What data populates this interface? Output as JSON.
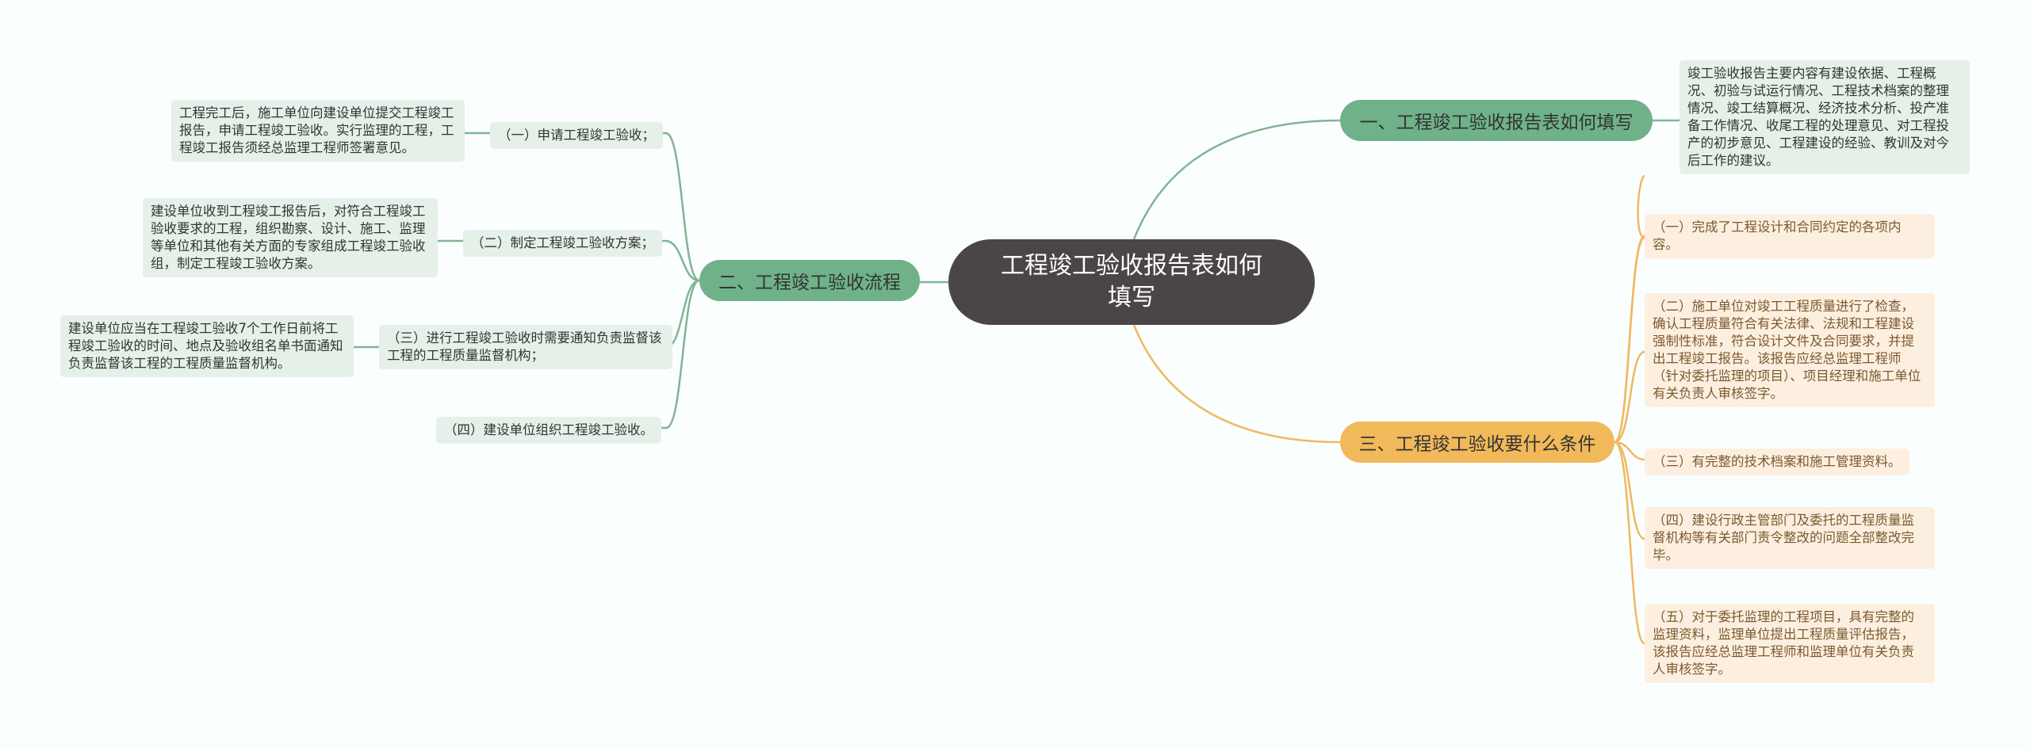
{
  "central_topic": "工程竣工验收报告表如何填写",
  "colors": {
    "central": "#4a4546",
    "branch_green": "#6fb28a",
    "branch_orange": "#f2b95a",
    "leaf_green_bg": "#e5f0e9",
    "leaf_orange_bg": "#fdefdf",
    "line_green": "#7fb596",
    "line_orange": "#f0b860"
  },
  "branches": [
    {
      "label": "一、工程竣工验收报告表如何填写",
      "children": [
        "竣工验收报告主要内容有建设依据、工程概况、初验与试运行情况、工程技术档案的整理情况、竣工结算概况、经济技术分析、投产准备工作情况、收尾工程的处理意见、对工程投产的初步意见、工程建设的经验、教训及对今后工作的建议。"
      ]
    },
    {
      "label": "二、工程竣工验收流程",
      "children": [
        {
          "label": "（一）申请工程竣工验收；",
          "detail": "工程完工后，施工单位向建设单位提交工程竣工报告，申请工程竣工验收。实行监理的工程，工程竣工报告须经总监理工程师签署意见。"
        },
        {
          "label": "（二）制定工程竣工验收方案；",
          "detail": "建设单位收到工程竣工报告后，对符合工程竣工验收要求的工程，组织勘察、设计、施工、监理等单位和其他有关方面的专家组成工程竣工验收组，制定工程竣工验收方案。"
        },
        {
          "label": "（三）进行工程竣工验收时需要通知负责监督该工程的工程质量监督机构；",
          "detail": "建设单位应当在工程竣工验收7个工作日前将工程竣工验收的时间、地点及验收组名单书面通知负责监督该工程的工程质量监督机构。"
        },
        {
          "label": "（四）建设单位组织工程竣工验收。"
        }
      ]
    },
    {
      "label": "三、工程竣工验收要什么条件",
      "children": [
        "（一）完成了工程设计和合同约定的各项内容。",
        "（二）施工单位对竣工工程质量进行了检查，确认工程质量符合有关法律、法规和工程建设强制性标准，符合设计文件及合同要求，并提出工程竣工报告。该报告应经总监理工程师（针对委托监理的项目）、项目经理和施工单位有关负责人审核签字。",
        "（三）有完整的技术档案和施工管理资料。",
        "（四）建设行政主管部门及委托的工程质量监督机构等有关部门责令整改的问题全部整改完毕。",
        "（五）对于委托监理的工程项目，具有完整的监理资料，监理单位提出工程质量评估报告，该报告应经总监理工程师和监理单位有关负责人审核签字。"
      ]
    }
  ]
}
